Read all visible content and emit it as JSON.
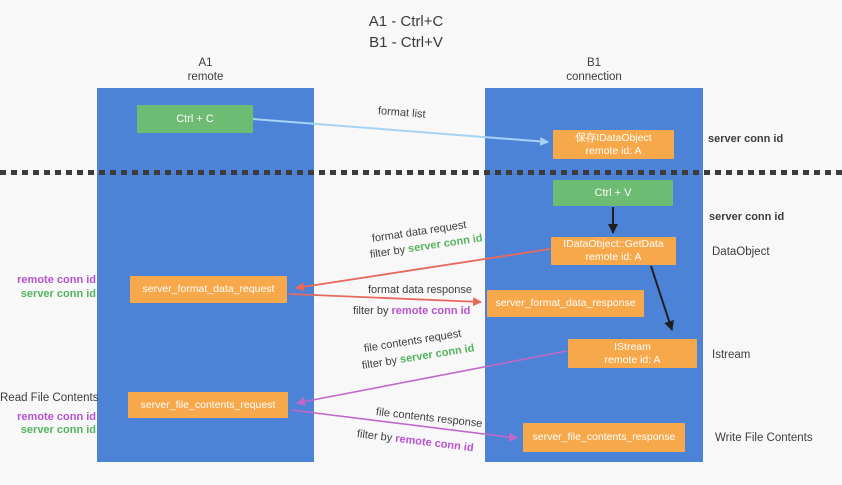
{
  "title": {
    "line1": "A1 - Ctrl+C",
    "line2": "B1 - Ctrl+V"
  },
  "lanes": {
    "left": {
      "title": "A1",
      "subtitle": "remote"
    },
    "right": {
      "title": "B1",
      "subtitle": "connection"
    }
  },
  "nodes": {
    "ctrl_c": {
      "label": "Ctrl + C"
    },
    "ctrl_v": {
      "label": "Ctrl + V"
    },
    "save_dataobject": {
      "line1": "保存IDataObject",
      "line2": "remote id: A"
    },
    "getdata": {
      "line1": "IDataObject::GetData",
      "line2": "remote id: A"
    },
    "istream": {
      "line1": "IStream",
      "line2": "remote id: A"
    },
    "server_format_data_request": {
      "label": "server_format_data_request"
    },
    "server_format_data_response": {
      "label": "server_format_data_response"
    },
    "server_file_contents_request": {
      "label": "server_file_contents_request"
    },
    "server_file_contents_response": {
      "label": "server_file_contents_response"
    }
  },
  "arrow_labels": {
    "format_list": "format list",
    "format_data_request": "format data request",
    "format_data_response": "format data response",
    "file_contents_request": "file contents request",
    "file_contents_response": "file contents response",
    "filter_by": "filter by",
    "server_conn_id": "server conn id",
    "remote_conn_id": "remote conn id"
  },
  "side_labels": {
    "server_conn_id_top": "server conn id",
    "server_conn_id_mid": "server conn id",
    "dataobject": "DataObject",
    "istream": "Istream",
    "write_file_contents": "Write File Contents",
    "read_file_contents": "Read File Contents",
    "remote_conn_id": "remote conn id",
    "server_conn_id": "server conn id"
  },
  "colors": {
    "lane_blue": "#4d83d6",
    "node_orange": "#f7a84a",
    "node_green": "#6ebb73",
    "green_text": "#55b35f",
    "magenta_text": "#b653cd",
    "arrow_red": "#e8695d",
    "arrow_purple": "#c168c9",
    "arrow_lightblue": "#a6d3f3",
    "arrow_black": "#1f1f1f",
    "text_dark": "#3d3d3d",
    "background": "#f8f8f8"
  }
}
